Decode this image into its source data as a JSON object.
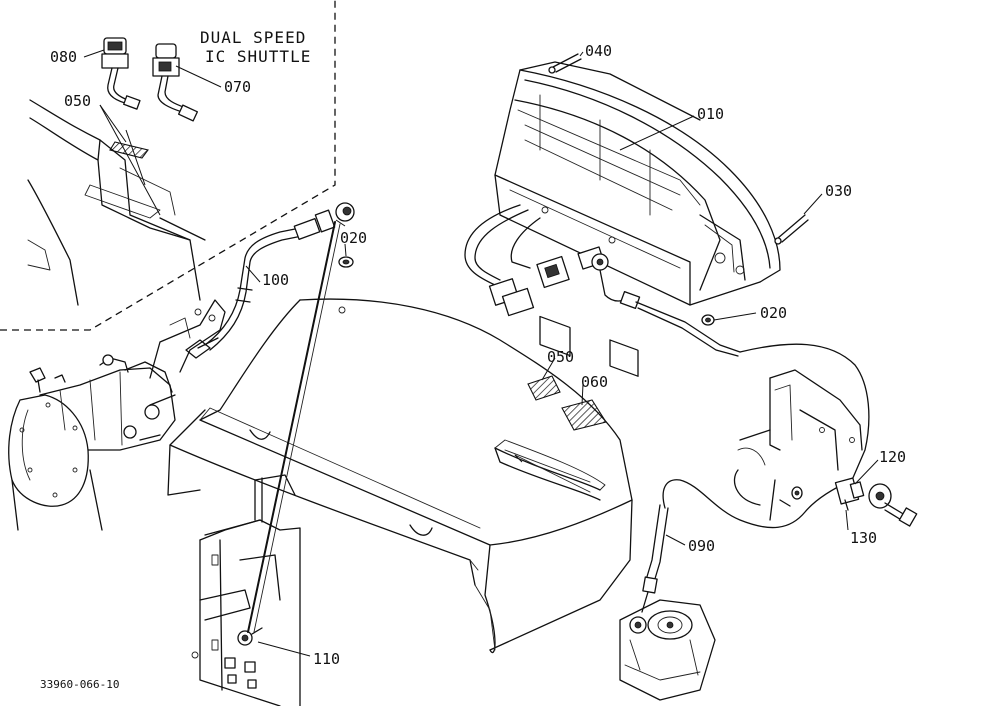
{
  "inset": {
    "title_line1": "DUAL SPEED",
    "title_line2": "IC SHUTTLE"
  },
  "callouts": {
    "c080": "080",
    "c070": "070",
    "c050_inset": "050",
    "c040": "040",
    "c010": "010",
    "c030": "030",
    "c020_top": "020",
    "c020_right": "020",
    "c100": "100",
    "c050": "050",
    "c060": "060",
    "c120": "120",
    "c130": "130",
    "c090": "090",
    "c110": "110"
  },
  "drawing_number": "33960-066-10"
}
